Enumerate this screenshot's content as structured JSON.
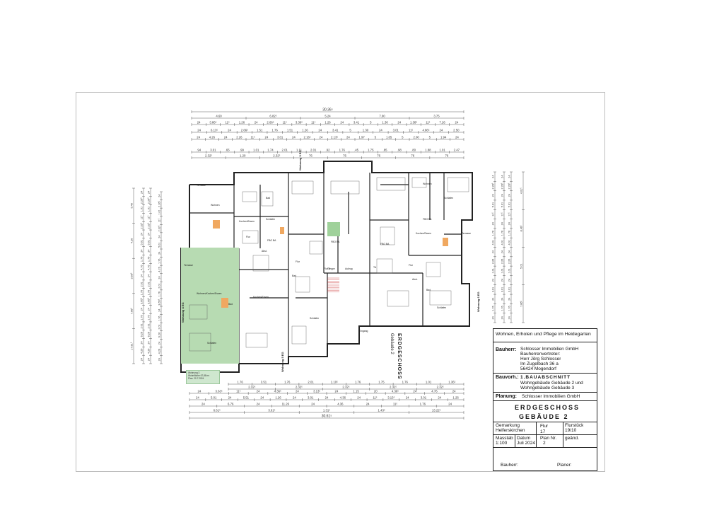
{
  "plan": {
    "section_title": "ERDGESCHOSS",
    "section_subtitle": "Gebäude 2",
    "top_dims_row1": [
      "30.36⁵"
    ],
    "top_dims_row2": [
      "4.60",
      "6.82⁵",
      "5.24",
      "7.00",
      "3.75"
    ],
    "top_dims_row3": [
      "24",
      "3.86⁵",
      "11⁵",
      "1.26",
      "24",
      "2.66⁵",
      "11⁵",
      "3.36⁵",
      "11⁵",
      "1.26",
      "24",
      "3.41",
      "5",
      "1.30",
      "24",
      "1.38⁵",
      "11⁵",
      "7.26",
      "24"
    ],
    "top_dims_row4": [
      "24",
      "6.13⁵",
      "24",
      "2.66⁵",
      "1.51",
      "1.76",
      "1.51",
      "1.26",
      "24",
      "3.41",
      "5",
      "1.30",
      "24",
      "3.01",
      "11⁵",
      "4.86⁵",
      "24",
      "2.50"
    ],
    "top_dims_row5": [
      "24",
      "4.26",
      "24",
      "2.26",
      "11⁵",
      "24",
      "3.01",
      "24",
      "2.16⁵",
      "24",
      "2.13⁵",
      "24",
      "1.97",
      "5",
      "1.65",
      "5",
      "2.00",
      "5",
      "1.94",
      "24"
    ],
    "top_dims_row6": [
      ".94",
      "3.01",
      ".65",
      ".99",
      "1.01",
      "1.74",
      "2.01",
      "1.11",
      "2.01",
      ".92",
      "1.76",
      ".45",
      "1.75",
      ".85",
      ".98",
      ".80",
      "1.88",
      "1.01",
      "2.47"
    ],
    "top_dims_row7": [
      "2.32⁵",
      "1.20",
      "2.32⁵",
      "76",
      "76",
      "76",
      "76",
      "76"
    ],
    "bottom_dims_row1": [
      "1.76",
      "3.51",
      "1.76",
      "2.01",
      "1.10⁵",
      "1.76",
      "1.75",
      "1.76",
      "1.01",
      "1.36⁵"
    ],
    "bottom_dims_row2": [
      "2.32⁵",
      "2.32⁵",
      "2.32⁵",
      "2.32⁵",
      "2.32⁵"
    ],
    "bottom_dims_row3": [
      "24",
      "3.63⁵",
      "11⁵",
      "24",
      "4.36⁵",
      "24",
      "3.13⁵",
      "24",
      "1.15",
      "20",
      "4.36⁵",
      "24",
      "4.76",
      "24"
    ],
    "bottom_dims_row4": [
      "24",
      "5.01",
      "24",
      "5.51",
      "24",
      "1.26",
      "24",
      "3.01",
      "24",
      "4.36",
      "24",
      "11⁵",
      "3.13⁵",
      "24",
      "3.01",
      "24",
      "1.26"
    ],
    "bottom_dims_row5": [
      "24",
      "6.76",
      "24",
      "11.26",
      "24",
      "4.36",
      "24",
      "11⁵",
      "1.76",
      "24"
    ],
    "bottom_dims_row6": [
      "6.61⁵",
      "3.61⁵",
      "1.31⁵",
      "1.43⁵",
      "13.22⁵"
    ],
    "bottom_dims_row7": [
      "30.61⁵"
    ],
    "left_dims": [
      "24",
      "2.26⁵",
      "1.01",
      "11⁵",
      "2.32⁵",
      "24",
      "5.01",
      "24",
      "1.76",
      "4.76",
      "24",
      "2.01",
      "1.76",
      "3.65⁵",
      "24",
      "1.76",
      "2.01",
      "6.26",
      "24",
      "4.26",
      "24"
    ],
    "left_totals": [
      "5.46",
      "4.26",
      "3.65⁵",
      "7.86⁵",
      "17.81⁵"
    ],
    "right_dims": [
      "24",
      "2.26⁵",
      "24",
      "5.01",
      "11⁵",
      "24",
      "1.76",
      "4.01",
      "24",
      "2.26",
      "1.01",
      "24",
      "3.01",
      "24",
      "1.76",
      "24"
    ],
    "right_totals": [
      "4.01⁵",
      "8.46⁵",
      "5.01",
      "7.86⁵"
    ],
    "rooms": {
      "left_top_terrace": "Terrasse",
      "left_top_living": "Wohnen",
      "left_kitchen": "Kochen/Essen",
      "left_bath": "Bad",
      "left_bedroom": "Schlafen",
      "left_flur": "Flur",
      "left_abst": "Abst.",
      "green_living": "Wohnen/Kochen/Essen",
      "green_terrace": "Terrasse",
      "green_bedroom": "Schlafen",
      "green_bath": "Bad",
      "center_kitchen": "Kochen/Essen",
      "center_bath": "Bad",
      "center_flur": "Flur",
      "center_bedroom": "Schlafen",
      "stair": "Treppe",
      "elevator": "Aufzug",
      "center_flur2": "Flur 2",
      "ta": "TA",
      "right_top_living": "Wohnen",
      "right_top_bedroom": "Schlafen",
      "right_kitchen": "Kochen/Essen",
      "right_terrace": "Terrasse",
      "right_bedroom": "Schlafen",
      "right_bath": "Bad",
      "right_flur": "Flur",
      "right_abst": "Abst.",
      "eingang": "Eingang",
      "fbo": "FBO BA",
      "apartment_label_1": "Wohnung 3 EG",
      "apartment_label_2": "Wohnung 4 EG",
      "apartment_label_3": "Wohnung 5 EG",
      "apartment_label_4": "Wohnung 6 EG"
    },
    "legend_lines": [
      "Wohnung 3",
      "Wohnfläche 67,88 m²",
      "Plan: 20.7.2024"
    ]
  },
  "title_block": {
    "project": "Wohnen, Erholen und Pflege im Heidegarten",
    "bauherr_label": "Bauherr:",
    "bauherr_lines": [
      "Schlosser Immobilien GmbH",
      "Bauherrenvertreter:",
      "Herr Jörg Schlosser",
      "Im Zugelbach 36 a",
      "56424 Mogendorf"
    ],
    "bauvorh_label": "Bauvorh.:",
    "bauvorh_value": "1.BAUABSCHNITT",
    "bauvorh_lines": [
      "Wohngebäude Gebäude 2 und",
      "Wohngebäude  Gebäude 3"
    ],
    "planung_label": "Planung:",
    "planung_value": "Schlosser Immobilien GmbH",
    "sheet_title_1": "ERDGESCHOSS",
    "sheet_title_2": "GEBÄUDE 2",
    "gemarkung_label": "Gemarkung",
    "gemarkung_value": "Helferskirchen",
    "flur_label": "Flur",
    "flur_value": "17",
    "flurstueck_label": "Flurstück",
    "flurstueck_value": "19/10",
    "masstab_label": "Masstab",
    "masstab_value": "1:100",
    "datum_label": "Datum",
    "datum_value": "Juli 2024",
    "plan_nr_label": "Plan Nr.",
    "plan_nr_value": "2",
    "geaend_label": "geänd.",
    "bauherr_sign_label": "Bauherr:",
    "planer_sign_label": "Planer:"
  },
  "colors": {
    "wall": "#222222",
    "highlight": "#b7dbb2",
    "highlight_small": "#9fd19a",
    "furniture": "#f0a860",
    "dim_line": "#333333"
  }
}
